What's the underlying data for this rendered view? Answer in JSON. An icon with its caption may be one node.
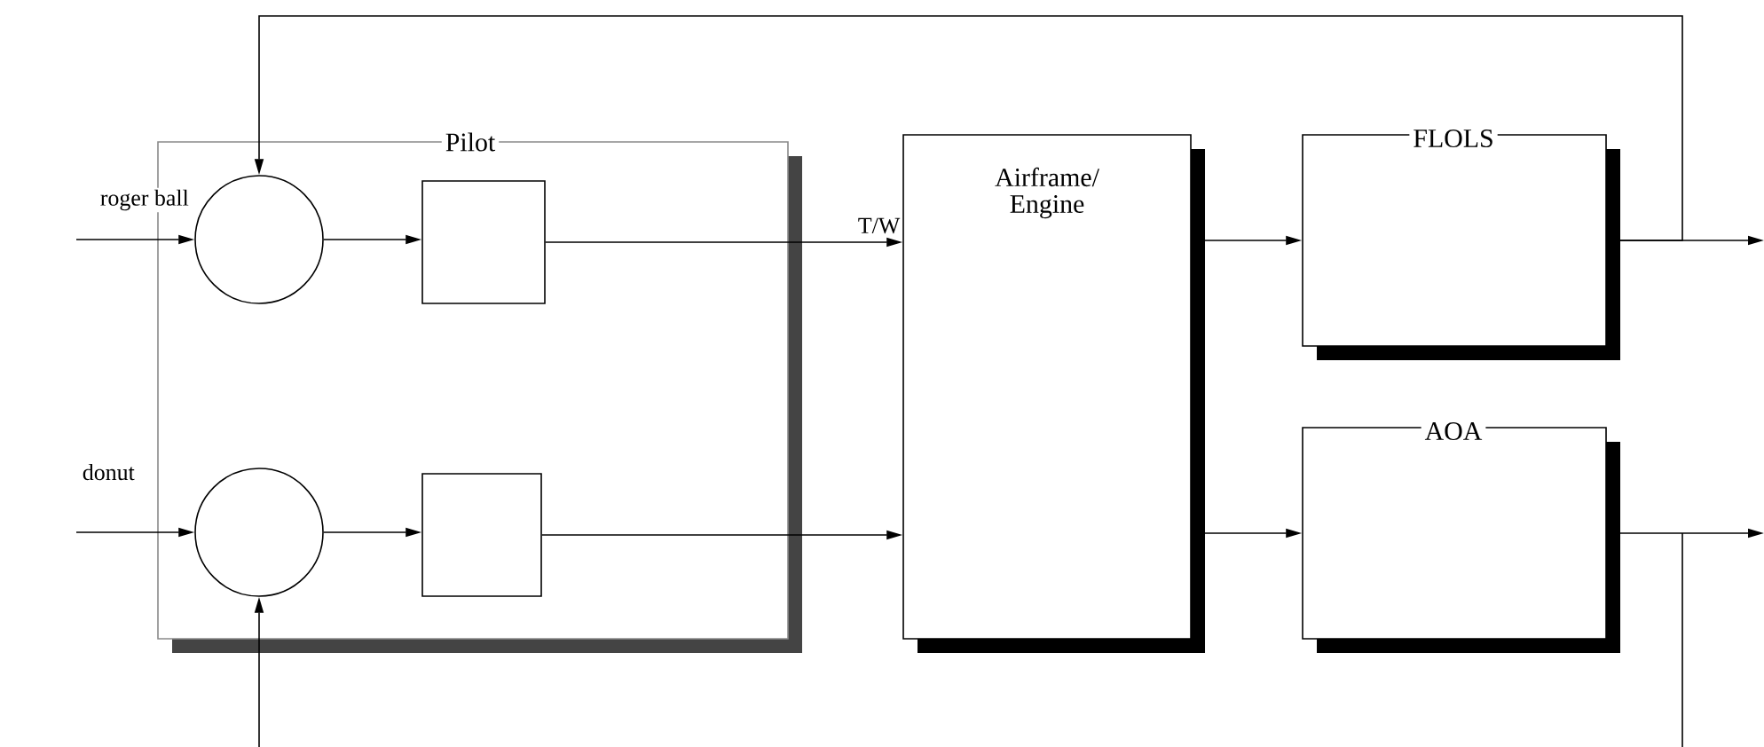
{
  "diagram": {
    "nodes": [
      {
        "text": [
          "Pilot"
        ]
      },
      {
        "text": [],
        "shape": "circle",
        "in": 0
      },
      {
        "text": [],
        "shape": "box",
        "in": 0
      },
      {
        "text": [],
        "shape": "circle",
        "in": 0
      },
      {
        "text": [],
        "shape": "box",
        "in": 0
      },
      {
        "text": [
          "Airframe/ Engine"
        ]
      },
      {
        "text": [
          "FLOLS"
        ]
      },
      {
        "text": [
          "AOA"
        ]
      }
    ],
    "edges": [
      {
        "from": null,
        "to": 1,
        "arrow": "to",
        "label": "roger ball"
      },
      {
        "from": 1,
        "to": 2,
        "arrow": "to"
      },
      {
        "from": 2,
        "to": 5,
        "arrow": "to",
        "label": "T/W"
      },
      {
        "from": null,
        "to": 3,
        "arrow": "to",
        "label": "donut"
      },
      {
        "from": 3,
        "to": 4,
        "arrow": "to"
      },
      {
        "from": 4,
        "to": 5,
        "arrow": "to"
      },
      {
        "from": 5,
        "to": 6,
        "arrow": "to"
      },
      {
        "from": 5,
        "to": 7,
        "arrow": "to"
      },
      {
        "from": 6,
        "to": null,
        "arrow": "to"
      },
      {
        "from": 7,
        "to": null,
        "arrow": "to"
      },
      {
        "from": 6,
        "to": 1,
        "arrow": "to"
      },
      {
        "from": 7,
        "to": null,
        "arrow": "none"
      },
      {
        "from": null,
        "to": 3,
        "arrow": "to"
      }
    ]
  }
}
